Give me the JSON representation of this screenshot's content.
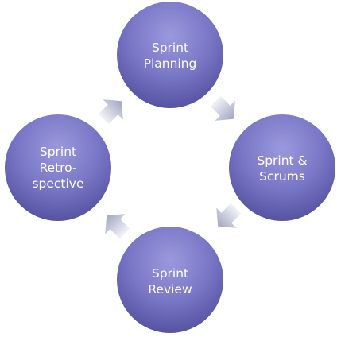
{
  "colors": {
    "circle_top": "#9290d6",
    "circle_bottom": "#5a56a6",
    "arrow_light": "#eef0f7",
    "arrow_dark": "#a6a9c3"
  },
  "nodes": [
    {
      "id": "planning",
      "lines": [
        "Sprint",
        "Planning"
      ]
    },
    {
      "id": "scrums",
      "lines": [
        "Sprint &",
        "Scrums"
      ]
    },
    {
      "id": "review",
      "lines": [
        "Sprint",
        "Review"
      ]
    },
    {
      "id": "retrospective",
      "lines": [
        "Sprint",
        "Retro-",
        "spective"
      ]
    }
  ],
  "flow": [
    "planning",
    "scrums",
    "review",
    "retrospective",
    "planning"
  ]
}
